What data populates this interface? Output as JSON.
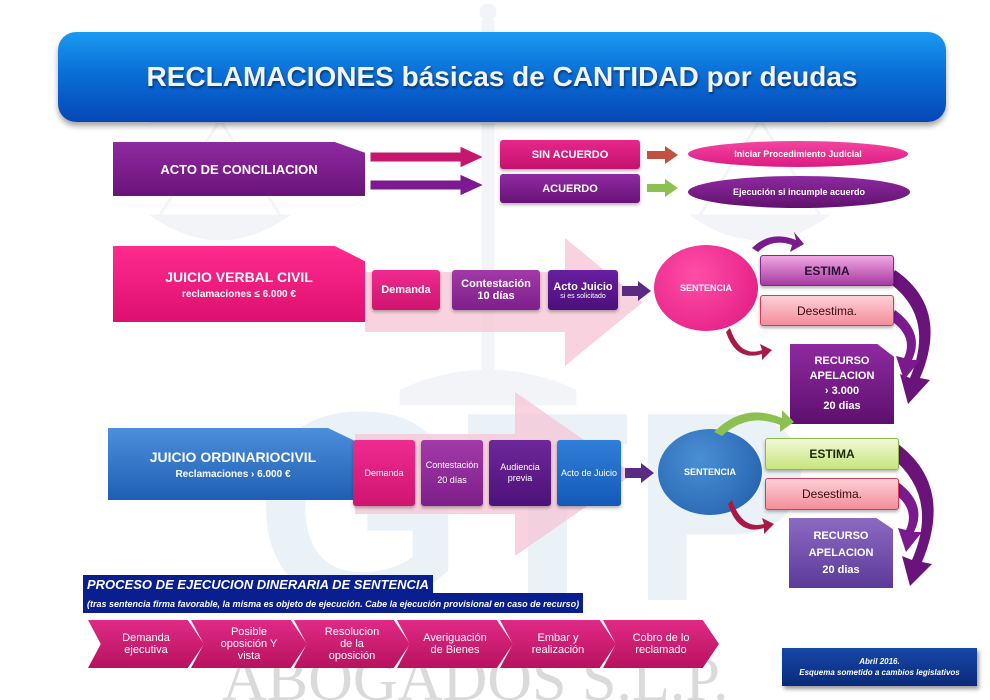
{
  "header": {
    "title": "RECLAMACIONES básicas de CANTIDAD por deudas"
  },
  "conciliation": {
    "label": "ACTO DE CONCILIACION",
    "no_agreement": "SIN ACUERDO",
    "agreement": "ACUERDO",
    "no_agreement_result": "Iniciar  Procedimiento Judicial",
    "agreement_result": "Ejecución si incumple acuerdo"
  },
  "verbal": {
    "title": "JUICIO VERBAL CIVIL",
    "subtitle": "reclamaciones ≤ 6.000 €",
    "steps": {
      "demanda": "Demanda",
      "contestacion_1": "Contestación",
      "contestacion_2": "10 días",
      "acto_1": "Acto Juicio",
      "acto_2": "si es solicitado"
    },
    "sentencia": "SENTENCIA",
    "estima": "ESTIMA",
    "desestima": "Desestima.",
    "recurso": [
      "RECURSO",
      "APELACION",
      "› 3.000",
      "20 dias"
    ]
  },
  "ordinario": {
    "title": "JUICIO ORDINARIOCIVIL",
    "subtitle": "Reclamaciones › 6.000 €",
    "steps": {
      "demanda": "Demanda",
      "contestacion_1": "Contestación",
      "contestacion_2": "20 días",
      "audiencia_1": "Audiencia",
      "audiencia_2": "previa",
      "acto": "Acto de Juicio"
    },
    "sentencia": "SENTENCIA",
    "estima": "ESTIMA",
    "desestima": "Desestima.",
    "recurso": [
      "RECURSO",
      "APELACION",
      "20 dias"
    ]
  },
  "execution": {
    "heading": "PROCESO DE EJECUCION DINERARIA DE SENTENCIA",
    "subheading": "(tras sentencia firma favorable, la misma es objeto de ejecución. Cabe la ejecución provisional en caso de recurso)",
    "steps": [
      [
        "Demanda",
        "ejecutiva"
      ],
      [
        "Posible",
        "oposición Y",
        "vista"
      ],
      [
        "Resolucion",
        "de la",
        "oposición"
      ],
      [
        "Averiguación",
        "de Bienes"
      ],
      [
        "Embar y",
        "realización"
      ],
      [
        "Cobro de lo",
        "reclamado"
      ]
    ]
  },
  "footer_note": {
    "line1": "Abril 2016.",
    "line2": "Esquema sometido a cambios legislativos"
  },
  "watermark": {
    "text": "ABOGADOS S.L.P."
  },
  "colors": {
    "purple": "#7a1a8c",
    "pink": "#e5177a",
    "blue": "#2f6fc4",
    "navy": "#0a1f8f"
  }
}
